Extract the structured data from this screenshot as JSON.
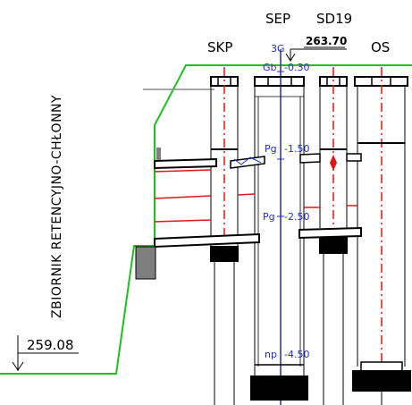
{
  "labels": {
    "skp": "SKP",
    "sep": "SEP",
    "sd19": "SD19",
    "os": "OS",
    "top_level": "263.70",
    "bottom_level": "259.08",
    "vertical_title": "ZBIORNIK RETENCYJNO-CHŁONNY",
    "tag_3g": "3G",
    "gb": "Gb",
    "gb_depth": "-0.30",
    "pg1": "Pg",
    "pg1_depth": "-1.50",
    "pg2": "Pg",
    "pg2_depth": "-2.50",
    "np": "np",
    "np_depth": "-4.50"
  },
  "colors": {
    "ground_line": "#19c319",
    "axis_line": "#1d2bd6",
    "red_dash": "#e01515",
    "text": "#000000",
    "fill_dark": "#000000",
    "gray_block": "#7f7f7f",
    "gray_line": "#8c8c8c"
  }
}
